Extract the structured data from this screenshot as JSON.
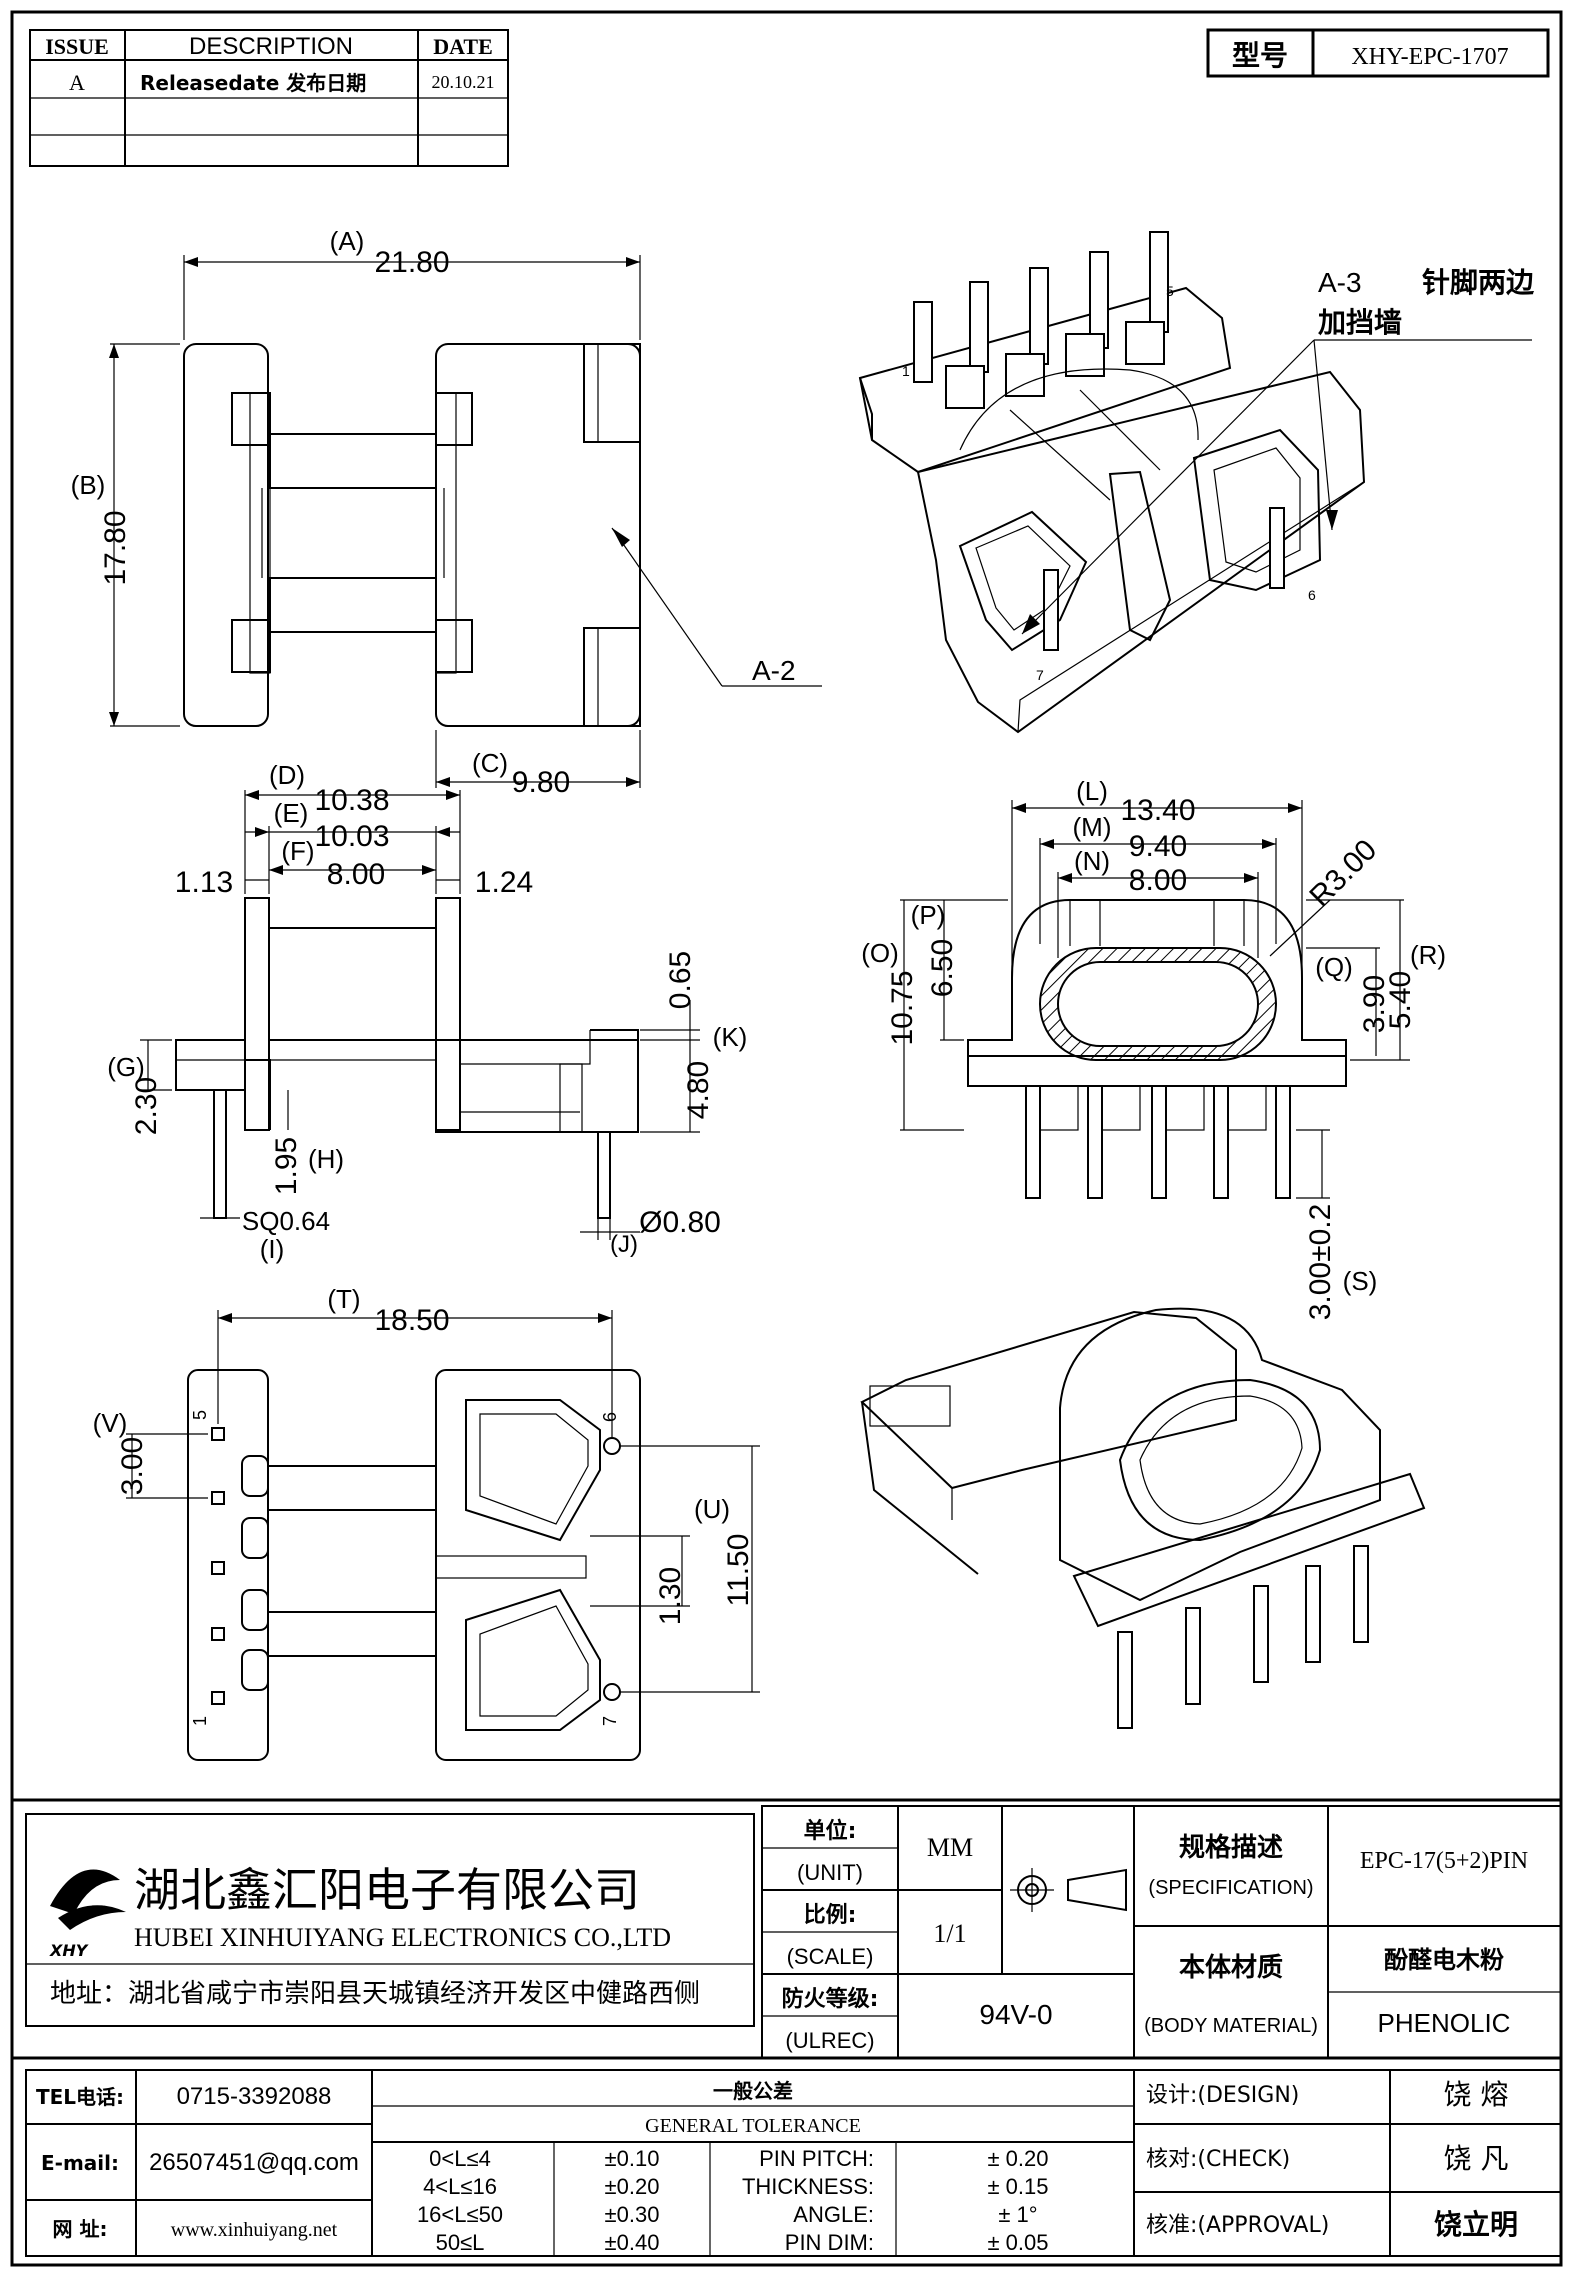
{
  "revision_table": {
    "headers": [
      "ISSUE",
      "DESCRIPTION",
      "DATE"
    ],
    "rows": [
      {
        "issue": "A",
        "description": "Releasedate 发布日期",
        "date": "20.10.21"
      },
      {
        "issue": "",
        "description": "",
        "date": ""
      },
      {
        "issue": "",
        "description": "",
        "date": ""
      }
    ]
  },
  "model": {
    "label": "型号",
    "value": "XHY-EPC-1707"
  },
  "top_view": {
    "dim_A": {
      "tag": "(A)",
      "value": "21.80"
    },
    "dim_B": {
      "tag": "(B)",
      "value": "17.80"
    },
    "dim_C": {
      "tag": "(C)",
      "value": "9.80"
    },
    "callout_A2": "A-2"
  },
  "iso_top": {
    "callout_A3": "A-3",
    "note_line1": "针脚两边",
    "note_line2": "加挡墙",
    "pin_marks": [
      "1",
      "5",
      "6",
      "7"
    ]
  },
  "side_view": {
    "dim_D": {
      "tag": "(D)",
      "value": "10.38"
    },
    "dim_E": {
      "tag": "(E)",
      "value": "10.03"
    },
    "dim_F": {
      "tag": "(F)",
      "value": "8.00"
    },
    "left_offset": "1.13",
    "right_offset": "1.24",
    "dim_G": {
      "tag": "(G)",
      "value": "2.30"
    },
    "dim_H": {
      "tag": "(H)",
      "value": "1.95"
    },
    "dim_I": {
      "tag": "(I)",
      "value": "SQ0.64"
    },
    "dim_J": {
      "tag": "(J)",
      "value": "Ø0.80"
    },
    "dim_K": {
      "tag": "(K)",
      "value": "0.65"
    },
    "dim_K2": "4.80"
  },
  "front_view": {
    "dim_L": {
      "tag": "(L)",
      "value": "13.40"
    },
    "dim_M": {
      "tag": "(M)",
      "value": "9.40"
    },
    "dim_N": {
      "tag": "(N)",
      "value": "8.00"
    },
    "radius": "R3.00",
    "dim_O": {
      "tag": "(O)",
      "value": "10.75"
    },
    "dim_P": {
      "tag": "(P)",
      "value": "6.50"
    },
    "dim_Q": {
      "tag": "(Q)",
      "value": "3.90"
    },
    "dim_R": {
      "tag": "(R)",
      "value": "5.40"
    },
    "dim_S": {
      "tag": "(S)",
      "value": "3.00±0.2"
    }
  },
  "bottom_view": {
    "dim_T": {
      "tag": "(T)",
      "value": "18.50"
    },
    "dim_V": {
      "tag": "(V)",
      "value": "3.00"
    },
    "dim_U": {
      "tag": "(U)",
      "value": "11.50"
    },
    "dim_U2": "1.30",
    "pin_labels": [
      "5",
      "1",
      "6",
      "7"
    ]
  },
  "title_block": {
    "company_cn": "湖北鑫汇阳电子有限公司",
    "company_en": "HUBEI XINHUIYANG ELECTRONICS CO.,LTD",
    "address": "地址：湖北省咸宁市崇阳县天城镇经济开发区中健路西侧",
    "logo_text": "XHY",
    "unit_label": "单位:",
    "unit_label_en": "(UNIT)",
    "unit_value": "MM",
    "scale_label": "比例:",
    "scale_label_en": "(SCALE)",
    "scale_value": "1/1",
    "fire_label": "防火等级:",
    "fire_label_en": "(ULREC)",
    "fire_value": "94V-0",
    "spec_label": "规格描述",
    "spec_label_en": "(SPECIFICATION)",
    "spec_value": "EPC-17(5+2)PIN",
    "material_label": "本体材质",
    "material_label_en": "(BODY MATERIAL)",
    "material_value_cn": "酚醛电木粉",
    "material_value_en": "PHENOLIC",
    "tel_label": "TEL电话:",
    "tel_value": "0715-3392088",
    "email_label": "E-mail:",
    "email_value": "26507451@qq.com",
    "web_label": "网  址:",
    "web_value": "www.xinhuiyang.net",
    "tolerance_cn": "一般公差",
    "tolerance_en": "GENERAL TOLERANCE",
    "tolerance_rows": [
      {
        "range": "0<L≤4",
        "tol": "±0.10",
        "name": "PIN PITCH:",
        "val": "±  0.20"
      },
      {
        "range": "4<L≤16",
        "tol": "±0.20",
        "name": "THICKNESS:",
        "val": "±  0.15"
      },
      {
        "range": "16<L≤50",
        "tol": "±0.30",
        "name": "ANGLE:",
        "val": "±  1°"
      },
      {
        "range": "50≤L",
        "tol": "±0.40",
        "name": "PIN DIM:",
        "val": "±  0.05"
      }
    ],
    "design_label": "设计:(DESIGN)",
    "design_value": "饶  熔",
    "check_label": "核对:(CHECK)",
    "check_value": "饶  凡",
    "approval_label": "核准:(APPROVAL)",
    "approval_value": "饶立明"
  }
}
